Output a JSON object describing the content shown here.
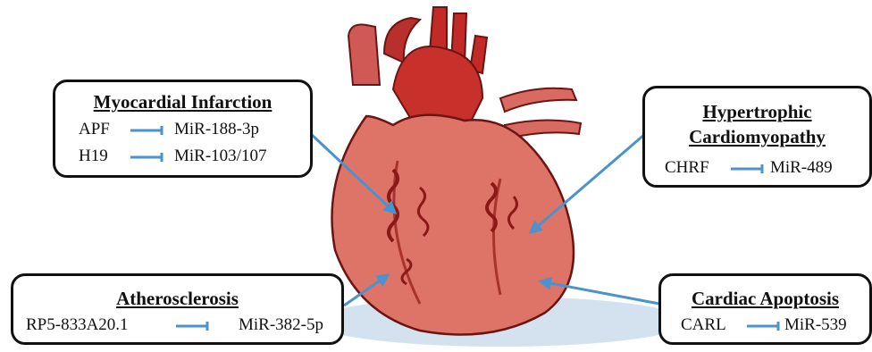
{
  "colors": {
    "arrow": "#4a93cc",
    "inhibitor": "#4a93cc",
    "box_border": "#111111",
    "heart": "#d9675a",
    "vessel": "#9e1e1c"
  },
  "icons": [
    "heart-illustration",
    "pointer-arrow",
    "inhibition-arrow"
  ],
  "boxes": {
    "myocardial": {
      "title": "Myocardial Infarction",
      "rows": [
        {
          "lncrna": "APF",
          "mirna": "MiR-188-3p"
        },
        {
          "lncrna": "H19",
          "mirna": "MiR-103/107"
        }
      ]
    },
    "hypertrophic": {
      "title_line1": "Hypertrophic",
      "title_line2": "Cardiomyopathy",
      "rows": [
        {
          "lncrna": "CHRF",
          "mirna": "MiR-489"
        }
      ]
    },
    "atherosclerosis": {
      "title": "Atherosclerosis",
      "rows": [
        {
          "lncrna": "RP5-833A20.1",
          "mirna": "MiR-382-5p"
        }
      ]
    },
    "apoptosis": {
      "title": "Cardiac Apoptosis",
      "rows": [
        {
          "lncrna": "CARL",
          "mirna": "MiR-539"
        }
      ]
    }
  }
}
